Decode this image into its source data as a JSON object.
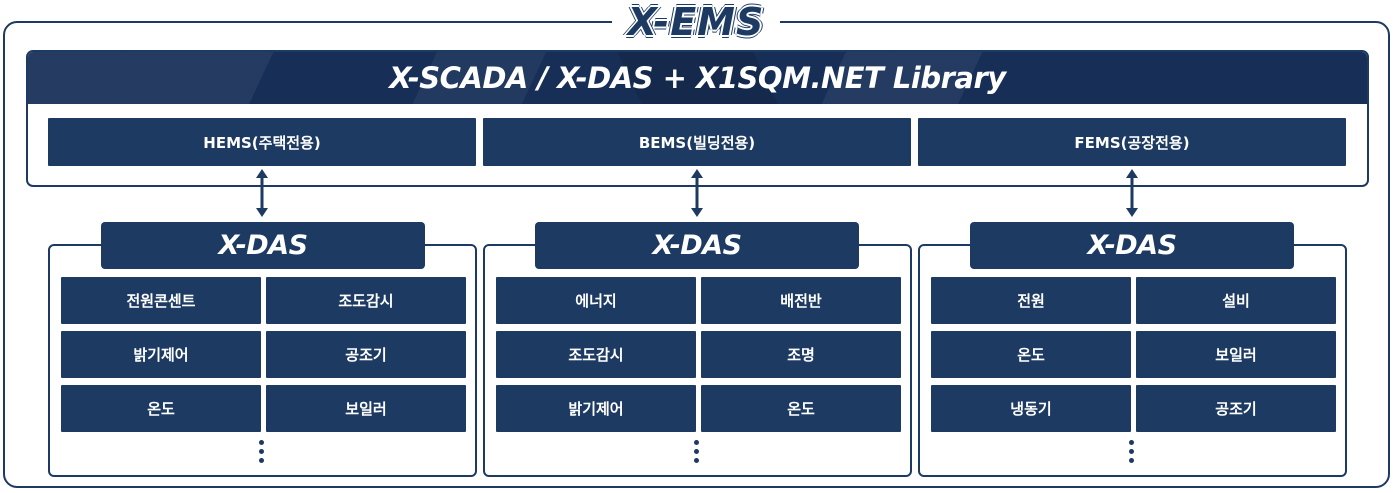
{
  "title": "X-EMS",
  "platform": {
    "title": "X-SCADA / X-DAS + X1SQM.NET Library",
    "ems": [
      {
        "label": "HEMS(주택전용)"
      },
      {
        "label": "BEMS(빌딩전용)"
      },
      {
        "label": "FEMS(공장전용)"
      }
    ]
  },
  "das_groups": [
    {
      "title": "X-DAS",
      "items": [
        "전원콘센트",
        "조도감시",
        "밝기제어",
        "공조기",
        "온도",
        "보일러"
      ],
      "more": "⋮"
    },
    {
      "title": "X-DAS",
      "items": [
        "에너지",
        "배전반",
        "조도감시",
        "조명",
        "밝기제어",
        "온도"
      ],
      "more": "⋮"
    },
    {
      "title": "X-DAS",
      "items": [
        "전원",
        "설비",
        "온도",
        "보일러",
        "냉동기",
        "공조기"
      ],
      "more": "⋮"
    }
  ],
  "colors": {
    "navy": "#1c3a62",
    "frame": "#1d3a63",
    "banner": "#172f57"
  }
}
